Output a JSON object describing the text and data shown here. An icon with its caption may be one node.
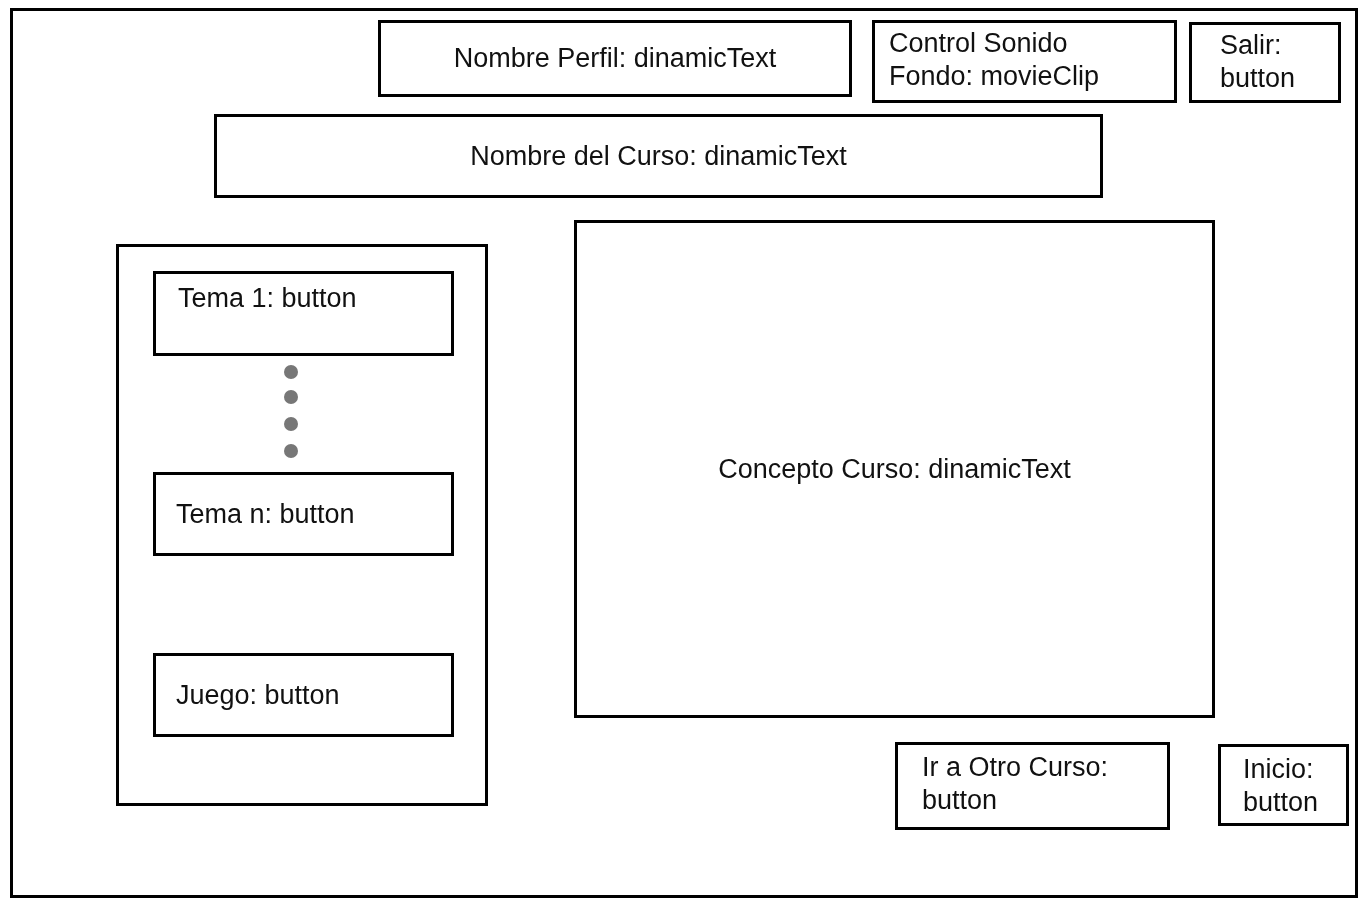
{
  "diagram": {
    "nodes": [
      {
        "text": [],
        "shape": "box"
      },
      {
        "text": [
          "Nombre Perfil: dinamicText"
        ],
        "in": 0
      },
      {
        "text": [
          "Control Sonido Fondo: movieClip"
        ],
        "in": 0
      },
      {
        "text": [
          "Salir: button"
        ],
        "in": 0
      },
      {
        "text": [
          "Nombre del Curso: dinamicText"
        ],
        "in": 0
      },
      {
        "text": [],
        "shape": "box",
        "in": 0
      },
      {
        "text": [
          "Tema 1: button"
        ],
        "in": 5
      },
      {
        "text": [
          "Tema n: button"
        ],
        "in": 5
      },
      {
        "text": [
          "Juego: button"
        ],
        "in": 5
      },
      {
        "text": [
          "Concepto Curso: dinamicText"
        ],
        "in": 0
      },
      {
        "text": [
          "Ir a Otro Curso: button"
        ],
        "in": 0
      },
      {
        "text": [
          "Inicio: button"
        ],
        "in": 0
      }
    ]
  }
}
